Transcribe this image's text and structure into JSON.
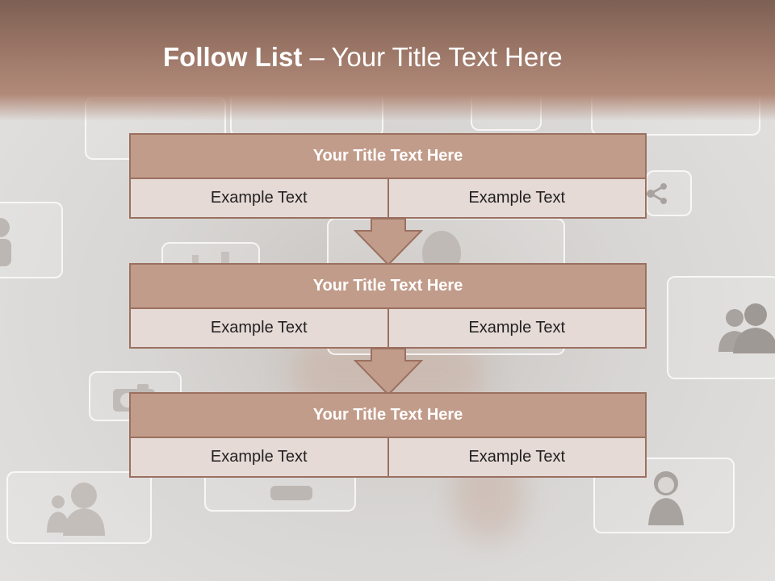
{
  "header": {
    "title_bold": "Follow List",
    "title_rest": " – Your Title Text Here"
  },
  "blocks": [
    {
      "title": "Your Title Text Here",
      "left": "Example Text",
      "right": "Example Text"
    },
    {
      "title": "Your Title Text Here",
      "left": "Example Text",
      "right": "Example Text"
    },
    {
      "title": "Your Title Text Here",
      "left": "Example Text",
      "right": "Example Text"
    }
  ],
  "colors": {
    "header": "#9a7566",
    "block_title_fill": "#c29c8a",
    "block_border": "#9b7060",
    "cell_fill": "#e6dad6",
    "arrow_fill": "#c29c8a"
  },
  "background_icons": [
    "person-icon",
    "user-icon",
    "share-icon",
    "group-icon",
    "camera-icon",
    "people-icon",
    "woman-icon",
    "phone-icon"
  ]
}
